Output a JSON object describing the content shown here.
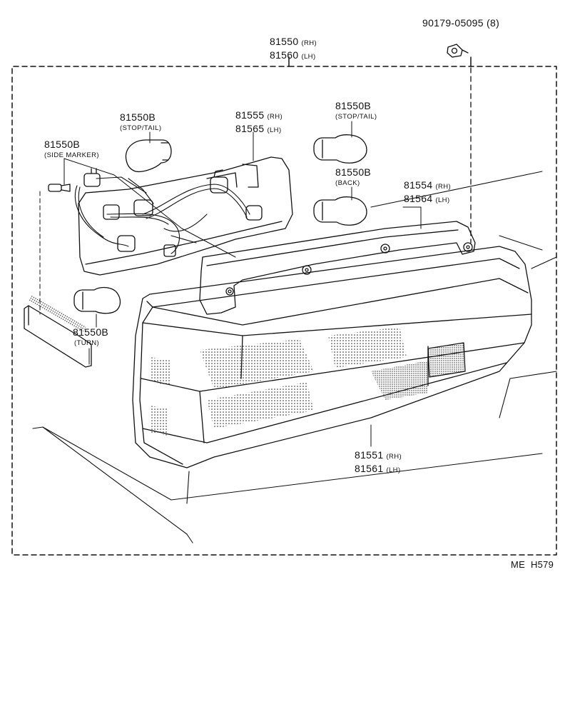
{
  "callouts": {
    "bolt": {
      "number": "90179-05095",
      "qty": "(8)"
    },
    "tail_lamp_assy": {
      "rh_number": "81550",
      "rh_side": "(RH)",
      "lh_number": "81560",
      "lh_side": "(LH)"
    },
    "socket_cord": {
      "rh_number": "81555",
      "rh_side": "(RH)",
      "lh_number": "81565",
      "lh_side": "(LH)"
    },
    "bulb_stop_tail_left": {
      "number": "81550B",
      "note": "(STOP/TAIL)"
    },
    "bulb_stop_tail_right": {
      "number": "81550B",
      "note": "(STOP/TAIL)"
    },
    "bulb_side_marker": {
      "number": "81550B",
      "note": "(SIDE MARKER)"
    },
    "bulb_back": {
      "number": "81550B",
      "note": "(BACK)"
    },
    "gasket": {
      "rh_number": "81554",
      "rh_side": "(RH)",
      "lh_number": "81564",
      "lh_side": "(LH)"
    },
    "bulb_turn": {
      "number": "81550B",
      "note": "(TURN)"
    },
    "lens_body": {
      "rh_number": "81551",
      "rh_side": "(RH)",
      "lh_number": "81561",
      "lh_side": "(LH)"
    }
  },
  "footer": {
    "code": "ME",
    "ref": "H579"
  }
}
